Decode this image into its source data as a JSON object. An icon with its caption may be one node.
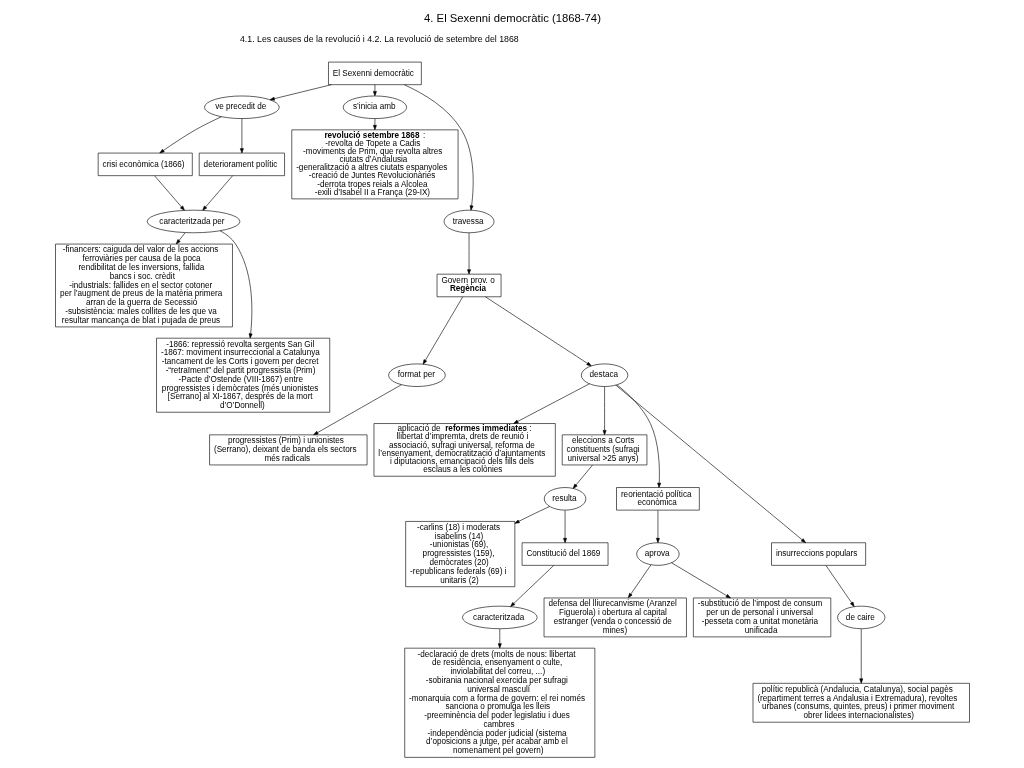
{
  "diagram": {
    "title": "4. El Sexenni democràtic (1868-74)",
    "nodes": [
      {
        "text": [
          "El Sexenni democràtic"
        ]
      },
      {
        "text": [
          "ve precedit de"
        ]
      },
      {
        "text": [
          "s’inicia amb"
        ]
      },
      {
        "text": [
          "**revolució setembre 1868**:",
          "-revolta de Topete a Cadis",
          "-moviments de Prim, que revolta altres ciutats d’Andalusia",
          "-generalització a altres ciutats espanyoles",
          "-creació de Juntes Revolucionàries",
          "-derrota tropes reials a Alcolea",
          "-exili d’Isabel II a França (29-IX)"
        ]
      },
      {
        "text": [
          "-financers: caiguda del valor de les accions ferroviàries per causa de la poca rendibilitat de les inversions, fallida bancs i soc. crèdit",
          "-industrials: fallides en el sector cotoner per l’augment de preus de la matèria primera arran de la guerra de Secessió",
          "-subsistència: males collites de les que va resultar mancança de blat i pujada de preus"
        ]
      },
      {
        "text": [
          "crisi econòmica (1866)"
        ]
      },
      {
        "text": [
          "deteriorament polític"
        ]
      },
      {
        "text": [
          "caracteritzada per"
        ]
      },
      {
        "text": [
          "travessa"
        ]
      },
      {
        "text": [
          "progressistes (Prim) i unionistes (Serrano), deixant de banda els sectors més radicals"
        ]
      },
      {
        "text": [
          "format per"
        ]
      },
      {
        "text": [
          "Govern prov. o **Regència**"
        ]
      },
      {
        "text": [
          "aplicació de **reformes immediates**: llibertat d’impremta, drets de reunió i associació, sufragi universal, reforma de l’ensenyament, democratització d’ajuntaments i diputacions, emancipació dels fills dels esclaus a les colònies"
        ]
      },
      {
        "text": [
          "-1866: repressió revolta sergents San Gil",
          "-1867: moviment insurreccional a Catalunya",
          "-tancament de les Corts i govern per decret",
          "-“retraïment” del partit progressista (Prim)",
          "-Pacte d’Ostende (VIII-1867) entre progressistes i demòcrates (més unionistes [Serrano] al XI-1867, després de la mort d’O’Donnell)"
        ]
      },
      {
        "text": [
          "destaca"
        ]
      },
      {
        "text": [
          "eleccions a Corts constituents (sufragi universal >25 anys)"
        ]
      },
      {
        "text": [
          "-carlins (18) i moderats isabelins (14)",
          "-unionistas (69), progressistes (159), demòcrates (20)",
          "-republicans federals (69) i unitaris (2)"
        ]
      },
      {
        "text": [
          "reorientació política econòmica"
        ]
      },
      {
        "text": [
          "resulta"
        ]
      },
      {
        "text": [
          "Constitució del 1869"
        ]
      },
      {
        "text": [
          "defensa del lliurecanvisme (Aranzel Figuerola) i obertura al capital estranger (venda o concessió de mines)"
        ]
      },
      {
        "text": [
          "-declaració de drets (molts de nous: llibertat de residència, ensenyament o culte, inviolabilitat del correu, ...)",
          "-sobirania nacional exercida per sufragi universal masculí",
          "-monarquia com a forma de govern: el rei només sanciona o promulga les lleis",
          "-preeminència del poder legislatiu i dues cambres",
          "-independència poder judicial (sistema d’oposicions a jutge, per acabar amb el nomenament pel govern)"
        ]
      },
      {
        "text": [
          "insurreccions populars"
        ]
      },
      {
        "text": [
          "caracteritzada"
        ]
      },
      {
        "text": [
          "aprova"
        ]
      },
      {
        "text": [
          "-substitució de l’impost de consum per un de personal i universal",
          "-pesseta com a unitat monetària unificada"
        ]
      },
      {
        "text": [
          "de caire"
        ]
      },
      {
        "text": [
          "polític republicà (Andalucia, Catalunya), social pagès (repartiment terres a Andalusia i Extremadura), revoltes urbanes (consums, quintes, preus) i primer moviment obrer lidees internacionalistes)"
        ]
      }
    ],
    "edges": [
      {
        "from": 0,
        "to": 1,
        "arrow": "to"
      },
      {
        "from": 0,
        "to": 2,
        "arrow": "to"
      },
      {
        "from": 0,
        "to": 8,
        "arrow": "to"
      },
      {
        "from": 2,
        "to": 3,
        "arrow": "to"
      },
      {
        "from": 1,
        "to": 5,
        "arrow": "to"
      },
      {
        "from": 1,
        "to": 6,
        "arrow": "to"
      },
      {
        "from": 5,
        "to": 7,
        "arrow": "to"
      },
      {
        "from": 6,
        "to": 7,
        "arrow": "to"
      },
      {
        "from": 7,
        "to": 4,
        "arrow": "to"
      },
      {
        "from": 7,
        "to": 13,
        "arrow": "to"
      },
      {
        "from": 8,
        "to": 11,
        "arrow": "to"
      },
      {
        "from": 11,
        "to": 10,
        "arrow": "to"
      },
      {
        "from": 10,
        "to": 9,
        "arrow": "to"
      },
      {
        "from": 11,
        "to": 14,
        "arrow": "to"
      },
      {
        "from": 14,
        "to": 12,
        "arrow": "to"
      },
      {
        "from": 14,
        "to": 15,
        "arrow": "to"
      },
      {
        "from": 14,
        "to": 17,
        "arrow": "to"
      },
      {
        "from": 14,
        "to": 22,
        "arrow": "to"
      },
      {
        "from": 15,
        "to": 18,
        "arrow": "to"
      },
      {
        "from": 18,
        "to": 19,
        "arrow": "to"
      },
      {
        "from": 18,
        "to": 16,
        "arrow": "to"
      },
      {
        "from": 19,
        "to": 23,
        "arrow": "to"
      },
      {
        "from": 23,
        "to": 21,
        "arrow": "to"
      },
      {
        "from": 17,
        "to": 24,
        "arrow": "to"
      },
      {
        "from": 24,
        "to": 20,
        "arrow": "to"
      },
      {
        "from": 24,
        "to": 25,
        "arrow": "to"
      },
      {
        "from": 22,
        "to": 26,
        "arrow": "to"
      },
      {
        "from": 26,
        "to": 27,
        "arrow": "to"
      }
    ],
    "labels": [
      "4.1. Les causes de la revolució i 4.2. La revolució de setembre del 1868"
    ]
  }
}
